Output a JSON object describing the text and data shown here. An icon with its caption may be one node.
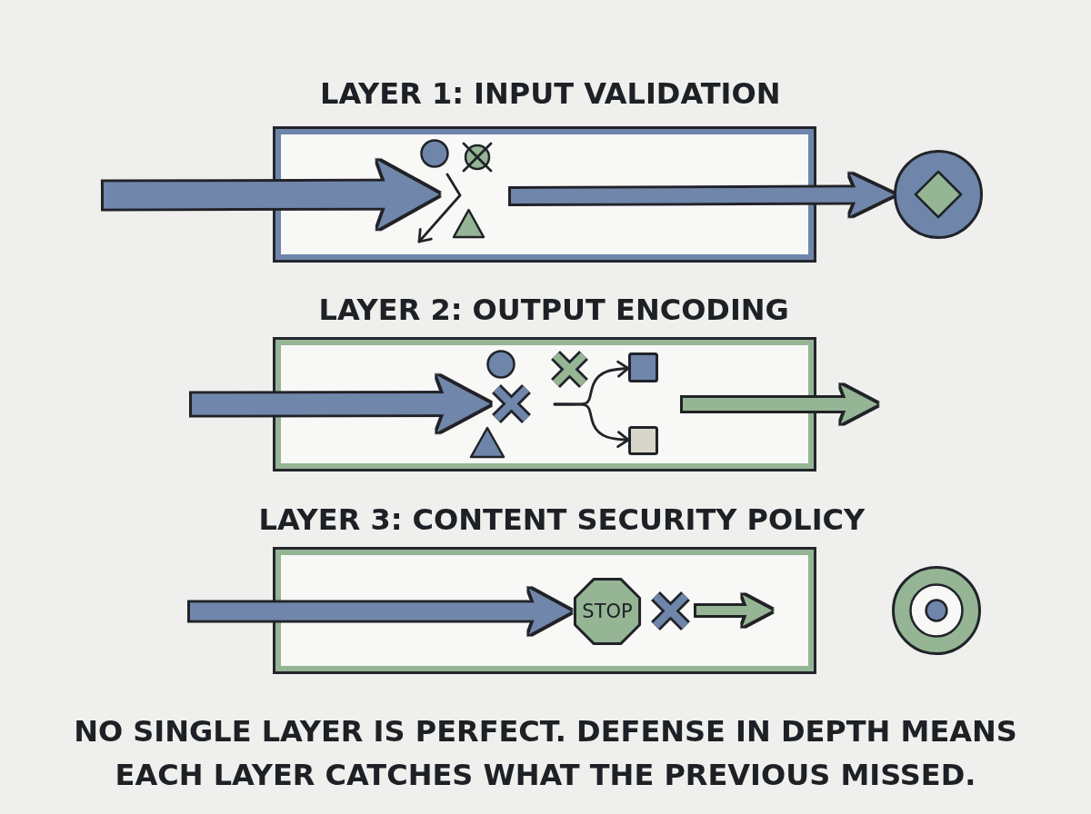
{
  "diagram": {
    "caption": "NO SINGLE LAYER IS PERFECT. DEFENSE IN DEPTH MEANS EACH LAYER CATCHES WHAT THE PREVIOUS MISSED.",
    "nodes": [
      {
        "text": [
          "LAYER 1: INPUT VALIDATION"
        ]
      },
      {
        "text": [],
        "shape": "circle"
      },
      {
        "text": [
          "LAYER 2: OUTPUT ENCODING"
        ]
      },
      {
        "text": [],
        "shape": "cross",
        "in": 2
      },
      {
        "text": [],
        "shape": "box",
        "in": 2
      },
      {
        "text": [],
        "shape": "box",
        "in": 2
      },
      {
        "text": [
          "LAYER 3: CONTENT SECURITY POLICY"
        ]
      },
      {
        "text": [
          "STOP"
        ],
        "in": 6
      },
      {
        "text": [],
        "shape": "circle"
      }
    ],
    "edges": [
      {
        "from": null,
        "to": 0,
        "arrow": "to",
        "style": "thick",
        "color": "#6f86aa"
      },
      {
        "from": 0,
        "to": 1,
        "arrow": "to",
        "color": "#6f86aa"
      },
      {
        "from": null,
        "to": 3,
        "arrow": "to",
        "color": "#6f86aa"
      },
      {
        "from": null,
        "to": 4,
        "arrow": "to",
        "color": "#202328"
      },
      {
        "from": null,
        "to": 5,
        "arrow": "to",
        "color": "#202328"
      },
      {
        "from": null,
        "to": 7,
        "arrow": "to",
        "color": "#6f86aa"
      }
    ]
  }
}
